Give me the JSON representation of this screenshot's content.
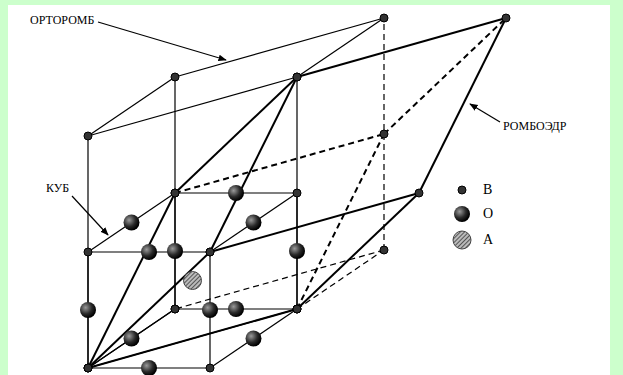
{
  "diagram": {
    "labels": [
      "ОРТОРОМБ",
      "КУБ",
      "РОМБОЭДР"
    ],
    "legend": [
      {
        "text": "B"
      },
      {
        "text": "O"
      },
      {
        "text": "A"
      }
    ]
  }
}
